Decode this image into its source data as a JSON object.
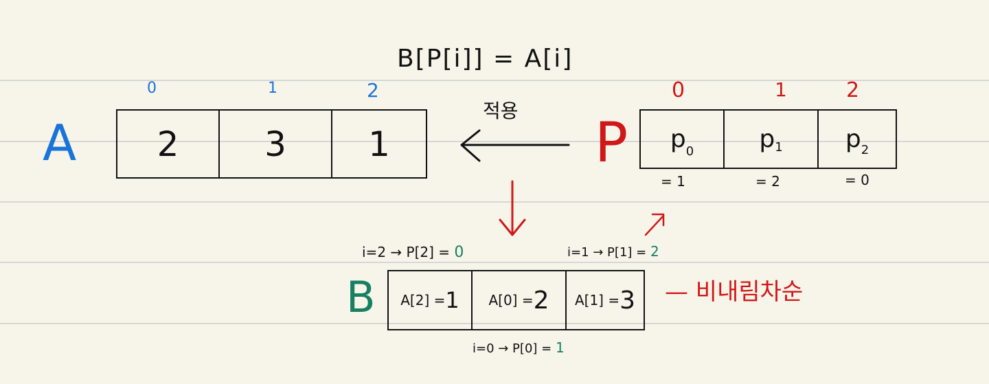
{
  "formula": "B[P[i]] = A[i]",
  "array_a": {
    "name": "A",
    "indices": [
      "0",
      "1",
      "2"
    ],
    "values": [
      "2",
      "3",
      "1"
    ]
  },
  "array_p": {
    "name": "P",
    "indices": [
      "0",
      "1",
      "2"
    ],
    "symbols": [
      "p",
      "p",
      "p"
    ],
    "subscripts": [
      "0",
      "1",
      "2"
    ],
    "values": [
      "= 1",
      "= 2",
      "= 0"
    ]
  },
  "apply_label": "적용",
  "array_b": {
    "name": "B",
    "cells": [
      {
        "prefix": "A[2] = ",
        "value": "1"
      },
      {
        "prefix": "A[0] = ",
        "value": "2"
      },
      {
        "prefix": "A[1] = ",
        "value": "3"
      }
    ],
    "annotations": [
      {
        "text": "i=2 → P[2] = ",
        "result": "0"
      },
      {
        "text": "i=1 → P[1] = ",
        "result": "2"
      },
      {
        "text": "i=0 → P[0] = ",
        "result": "1"
      }
    ]
  },
  "descending_note": "— 비내림차순",
  "colors": {
    "background": "#f7f5ea",
    "rule": "#d6d6d6",
    "a_blue": "#1a73d9",
    "p_red": "#d01818",
    "b_green": "#178060",
    "ink": "#111111"
  },
  "icons": [
    "arrow-left-icon",
    "arrow-down-icon",
    "arrow-up-right-icon"
  ]
}
